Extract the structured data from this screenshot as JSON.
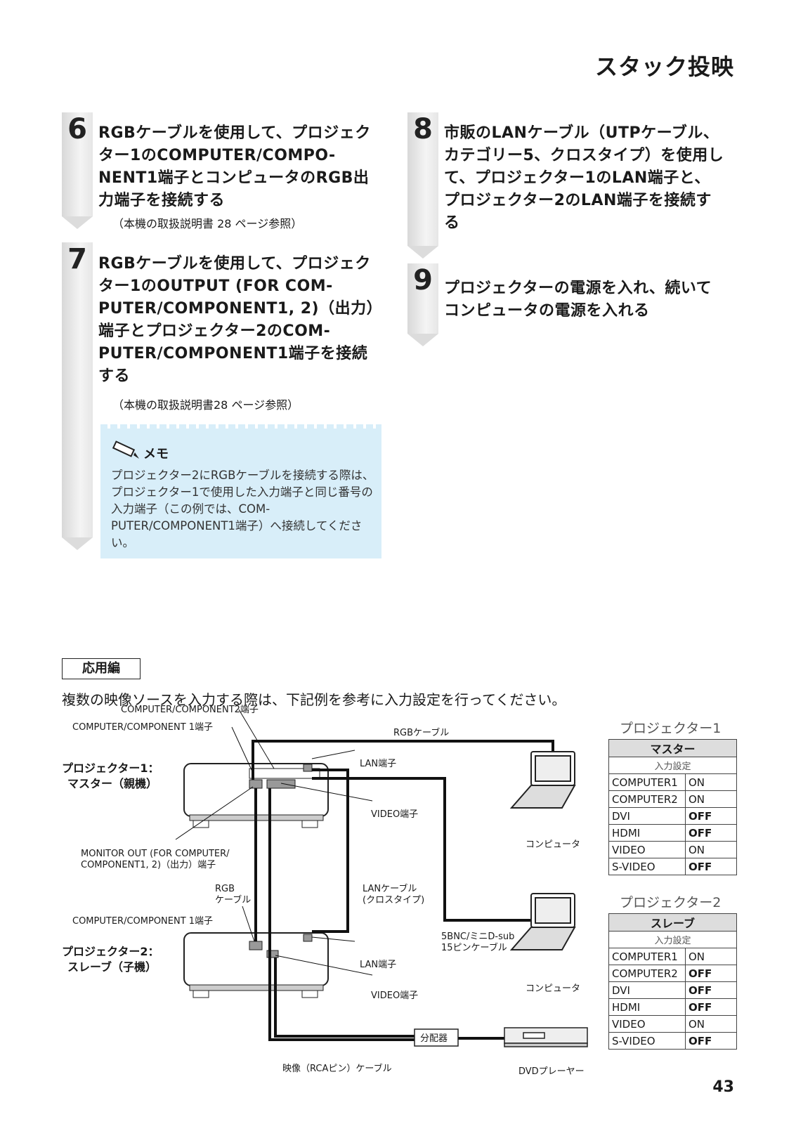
{
  "page_title": "スタック投映",
  "steps": [
    {
      "num": "6",
      "text": "RGBケーブルを使用して、プロジェクター1のCOMPUTER/COMPO-NENT1端子とコンピュータのRGB出力端子を接続する",
      "ref": "（本機の取扱説明書 28 ページ参照）"
    },
    {
      "num": "7",
      "text": "RGBケーブルを使用して、プロジェクター1のOUTPUT (FOR COM-PUTER/COMPONENT1, 2)（出力）端子とプロジェクター2のCOM-PUTER/COMPONENT1端子を接続する",
      "ref": "（本機の取扱説明書28 ページ参照）"
    },
    {
      "num": "8",
      "text": "市販のLANケーブル（UTPケーブル、カテゴリー5、クロスタイプ）を使用して、プロジェクター1のLAN端子と、プロジェクター2のLAN端子を接続する"
    },
    {
      "num": "9",
      "text": "プロジェクターの電源を入れ、続いてコンピュータの電源を入れる"
    }
  ],
  "memo": {
    "title": "メモ",
    "body": "プロジェクター2にRGBケーブルを接続する際は、プロジェクター1で使用した入力端子と同じ番号の入力端子（この例では、COM-PUTER/COMPONENT1端子）へ接続してください。"
  },
  "application": {
    "badge": "応用編",
    "intro": "複数の映像ソースを入力する際は、下記例を参考に入力設定を行ってください。"
  },
  "diagram": {
    "label_cc2": "COMPUTER/COMPONENT2端子",
    "label_cc1_top": "COMPUTER/COMPONENT 1端子",
    "label_rgb_cable": "RGBケーブル",
    "label_lan_top": "LAN端子",
    "label_video_top": "VIDEO端子",
    "label_proj1_line1": "プロジェクター1：",
    "label_proj1_line2": "マスター（親機）",
    "label_monitor_line1": "MONITOR OUT (FOR COMPUTER/",
    "label_monitor_line2": "COMPONENT1, 2)（出力）端子",
    "label_computer1": "コンピュータ",
    "label_rgb_line1": "RGB",
    "label_rgb_line2": "ケーブル",
    "label_lan_cable_line1": "LANケーブル",
    "label_lan_cable_line2": "(クロスタイプ)",
    "label_cc1_bottom": "COMPUTER/COMPONENT 1端子",
    "label_bnc_line1": "5BNC/ミニD-sub",
    "label_bnc_line2": "15ピンケーブル",
    "label_proj2_line1": "プロジェクター2：",
    "label_proj2_line2": "スレーブ（子機）",
    "label_lan_bottom": "LAN端子",
    "label_computer2": "コンピュータ",
    "label_video_bottom": "VIDEO端子",
    "label_splitter": "分配器",
    "label_rca": "映像（RCAピン）ケーブル",
    "label_dvd": "DVDプレーヤー"
  },
  "tables": [
    {
      "title": "プロジェクター1",
      "header": "マスター",
      "sub": "入力設定",
      "rows": [
        [
          "COMPUTER1",
          "ON"
        ],
        [
          "COMPUTER2",
          "ON"
        ],
        [
          "DVI",
          "OFF"
        ],
        [
          "HDMI",
          "OFF"
        ],
        [
          "VIDEO",
          "ON"
        ],
        [
          "S-VIDEO",
          "OFF"
        ]
      ]
    },
    {
      "title": "プロジェクター2",
      "header": "スレーブ",
      "sub": "入力設定",
      "rows": [
        [
          "COMPUTER1",
          "ON"
        ],
        [
          "COMPUTER2",
          "OFF"
        ],
        [
          "DVI",
          "OFF"
        ],
        [
          "HDMI",
          "OFF"
        ],
        [
          "VIDEO",
          "ON"
        ],
        [
          "S-VIDEO",
          "OFF"
        ]
      ]
    }
  ],
  "page_number": "43"
}
